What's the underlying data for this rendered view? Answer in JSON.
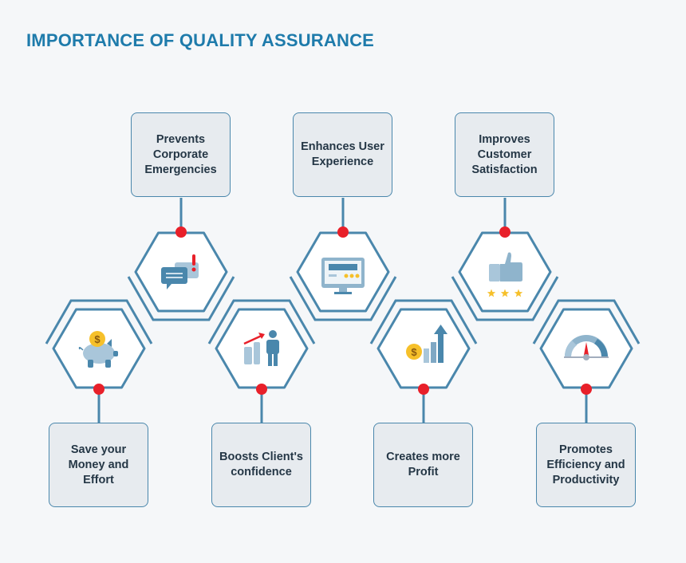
{
  "title": "IMPORTANCE OF QUALITY ASSURANCE",
  "colors": {
    "accent": "#1e7bab",
    "line": "#4a87ac",
    "dot": "#e8202a",
    "box": "#e7ebef",
    "icon_light": "#a9c6da",
    "icon_dark": "#4a87ac",
    "gold": "#f6c02a"
  },
  "items": [
    {
      "label": "Save your Money and Effort",
      "icon": "piggy-bank-icon",
      "row": "bottom"
    },
    {
      "label": "Prevents Corporate Emergencies",
      "icon": "chat-alert-icon",
      "row": "top"
    },
    {
      "label": "Boosts Client's confidence",
      "icon": "growth-person-icon",
      "row": "bottom"
    },
    {
      "label": "Enhances User Experience",
      "icon": "monitor-rating-icon",
      "row": "top"
    },
    {
      "label": "Creates more Profit",
      "icon": "profit-chart-icon",
      "row": "bottom"
    },
    {
      "label": "Improves Customer Satisfaction",
      "icon": "thumbs-up-stars-icon",
      "row": "top"
    },
    {
      "label": "Promotes Efficiency and Productivity",
      "icon": "speedometer-icon",
      "row": "bottom"
    }
  ]
}
